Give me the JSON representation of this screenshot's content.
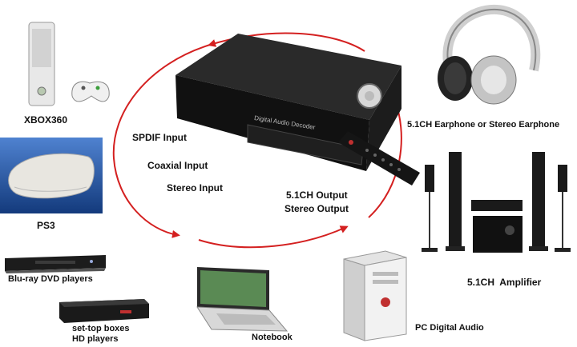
{
  "colors": {
    "arrow": "#d42020",
    "device_black": "#1a1a1a",
    "ps3_bg": "#1e4ea0",
    "silver": "#c8c8c8"
  },
  "sources": {
    "xbox": "XBOX360",
    "ps3": "PS3",
    "bluray": "Blu-ray DVD players",
    "settop_line1": "set-top boxes",
    "settop_line2": "HD players"
  },
  "inputs": {
    "spdif": "SPDIF Input",
    "coaxial": "Coaxial Input",
    "stereo": "Stereo Input"
  },
  "outputs": {
    "line1": "5.1CH Output",
    "line2": "Stereo Output"
  },
  "decoder": {
    "front_label": "Digital Audio Decoder"
  },
  "destinations": {
    "earphone": "5.1CH Earphone or Stereo Earphone",
    "amplifier": "5.1CH  Amplifier",
    "pc": "PC Digital Audio",
    "notebook": "Notebook"
  },
  "icons": [
    "xbox-console-icon",
    "ps3-console-icon",
    "bluray-player-icon",
    "settop-box-icon",
    "decoder-box-icon",
    "remote-control-icon",
    "headphones-icon",
    "speaker-system-icon",
    "pc-tower-icon",
    "laptop-icon"
  ]
}
